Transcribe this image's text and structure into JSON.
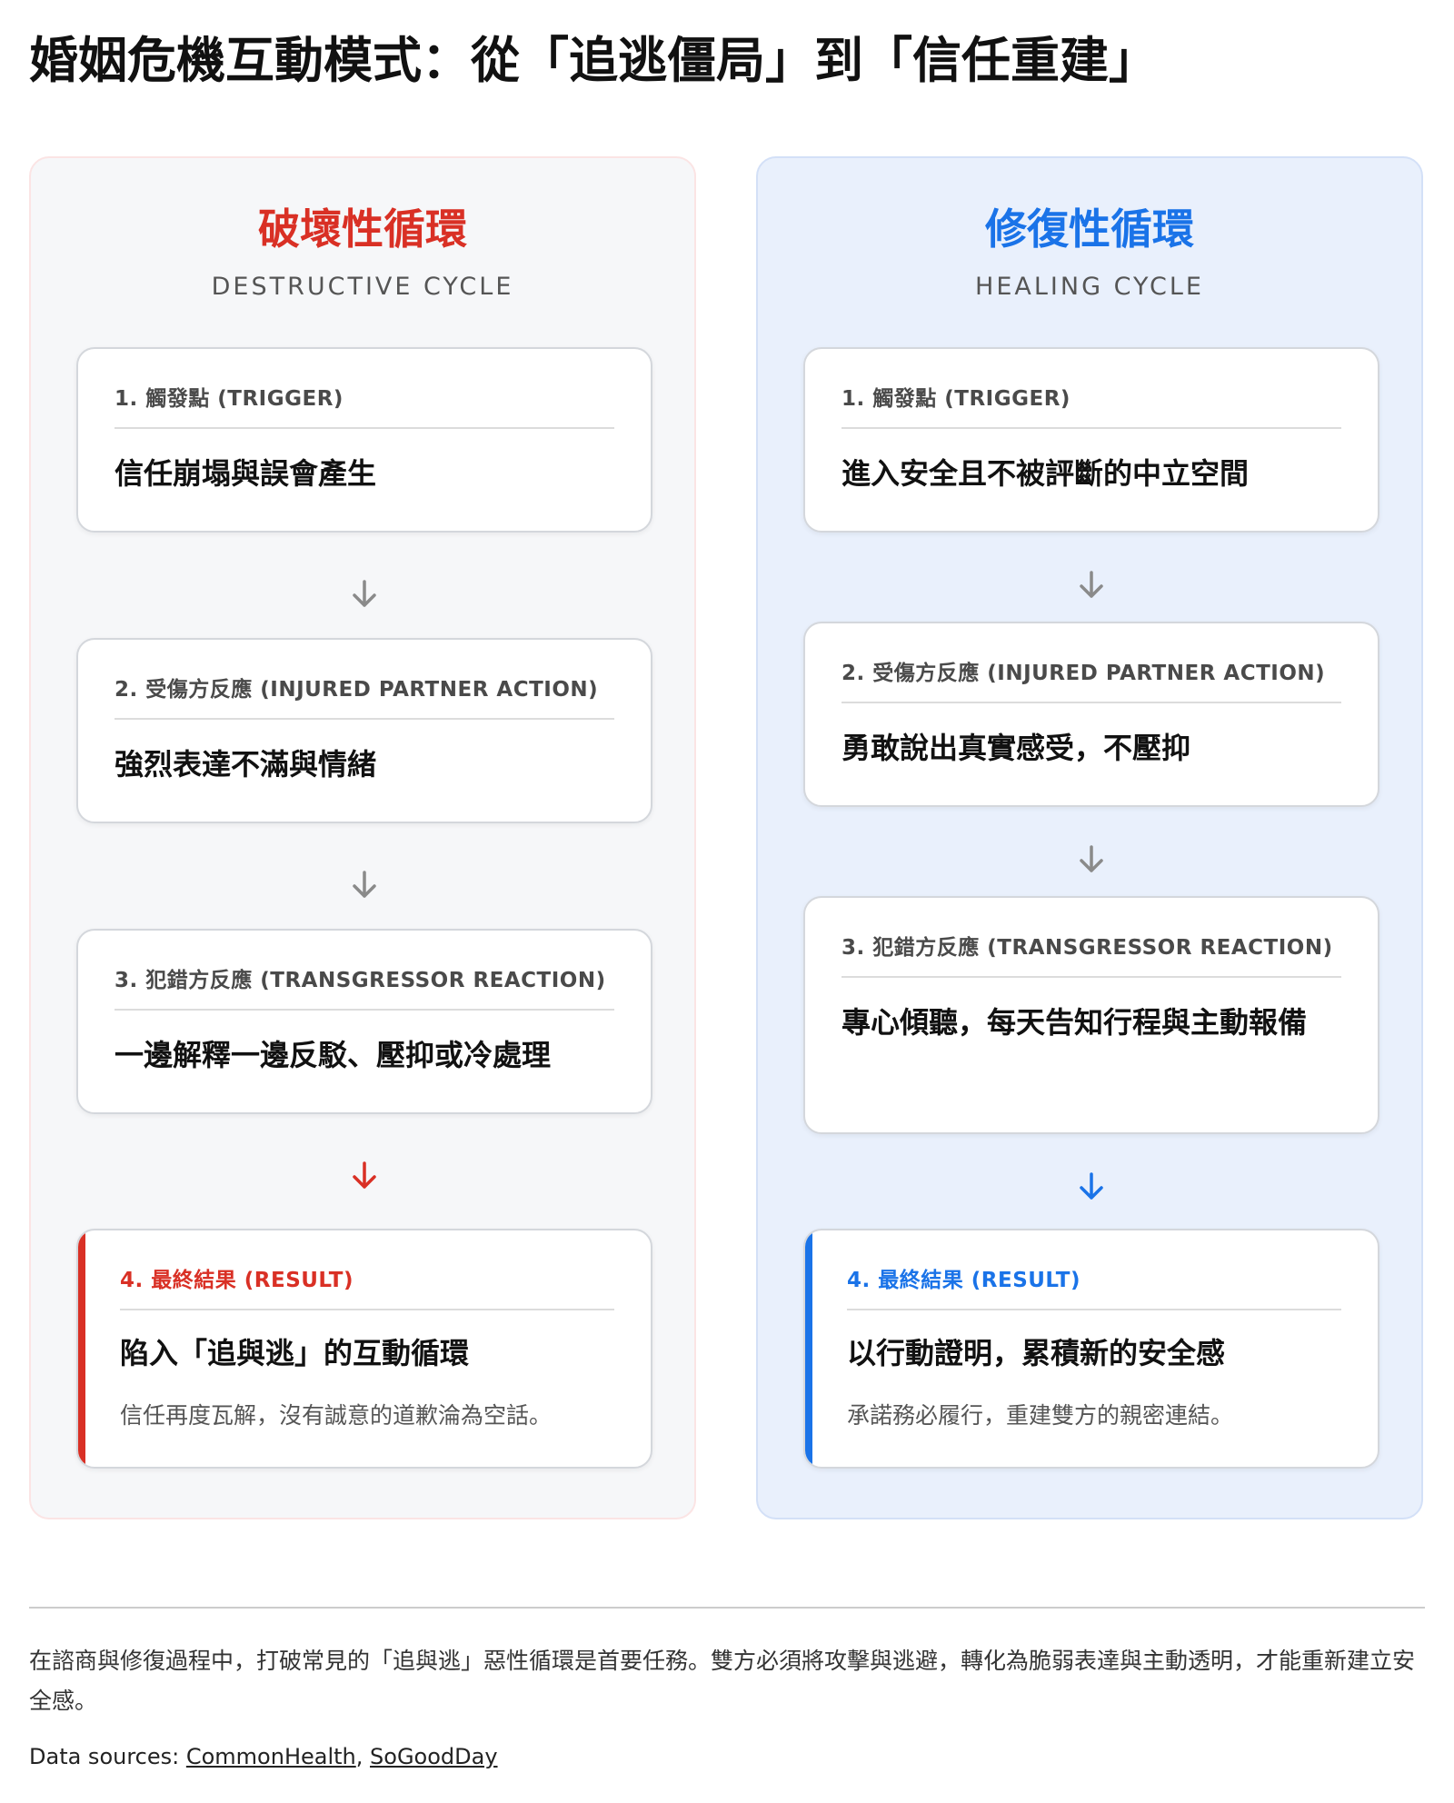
{
  "title": "婚姻危機互動模式：從「追逃僵局」到「信任重建」",
  "colors": {
    "destructive": "#d93025",
    "healing": "#1a73e8",
    "arrow_gray": "#8a8a8a"
  },
  "destructive": {
    "title": "破壞性循環",
    "subtitle": "DESTRUCTIVE CYCLE",
    "steps": [
      {
        "label": "1. 觸發點 (TRIGGER)",
        "text": "信任崩塌與誤會產生"
      },
      {
        "label": "2. 受傷方反應 (INJURED PARTNER ACTION)",
        "text": "強烈表達不滿與情緒"
      },
      {
        "label": "3. 犯錯方反應 (TRANSGRESSOR REACTION)",
        "text": "一邊解釋一邊反駁、壓抑或冷處理"
      }
    ],
    "result": {
      "label": "4. 最終結果 (RESULT)",
      "text": "陷入「追與逃」的互動循環",
      "note": "信任再度瓦解，沒有誠意的道歉淪為空話。"
    }
  },
  "healing": {
    "title": "修復性循環",
    "subtitle": "HEALING CYCLE",
    "steps": [
      {
        "label": "1. 觸發點 (TRIGGER)",
        "text": "進入安全且不被評斷的中立空間"
      },
      {
        "label": "2. 受傷方反應 (INJURED PARTNER ACTION)",
        "text": "勇敢說出真實感受，不壓抑"
      },
      {
        "label": "3. 犯錯方反應 (TRANSGRESSOR REACTION)",
        "text": "專心傾聽，每天告知行程與主動報備"
      }
    ],
    "result": {
      "label": "4. 最終結果 (RESULT)",
      "text": "以行動證明，累積新的安全感",
      "note": "承諾務必履行，重建雙方的親密連結。"
    }
  },
  "footer": {
    "text": "在諮商與修復過程中，打破常見的「追與逃」惡性循環是首要任務。雙方必須將攻擊與逃避，轉化為脆弱表達與主動透明，才能重新建立安全感。",
    "sources_prefix": "Data sources: ",
    "sources": [
      "CommonHealth",
      "SoGoodDay"
    ],
    "separator": ", "
  }
}
